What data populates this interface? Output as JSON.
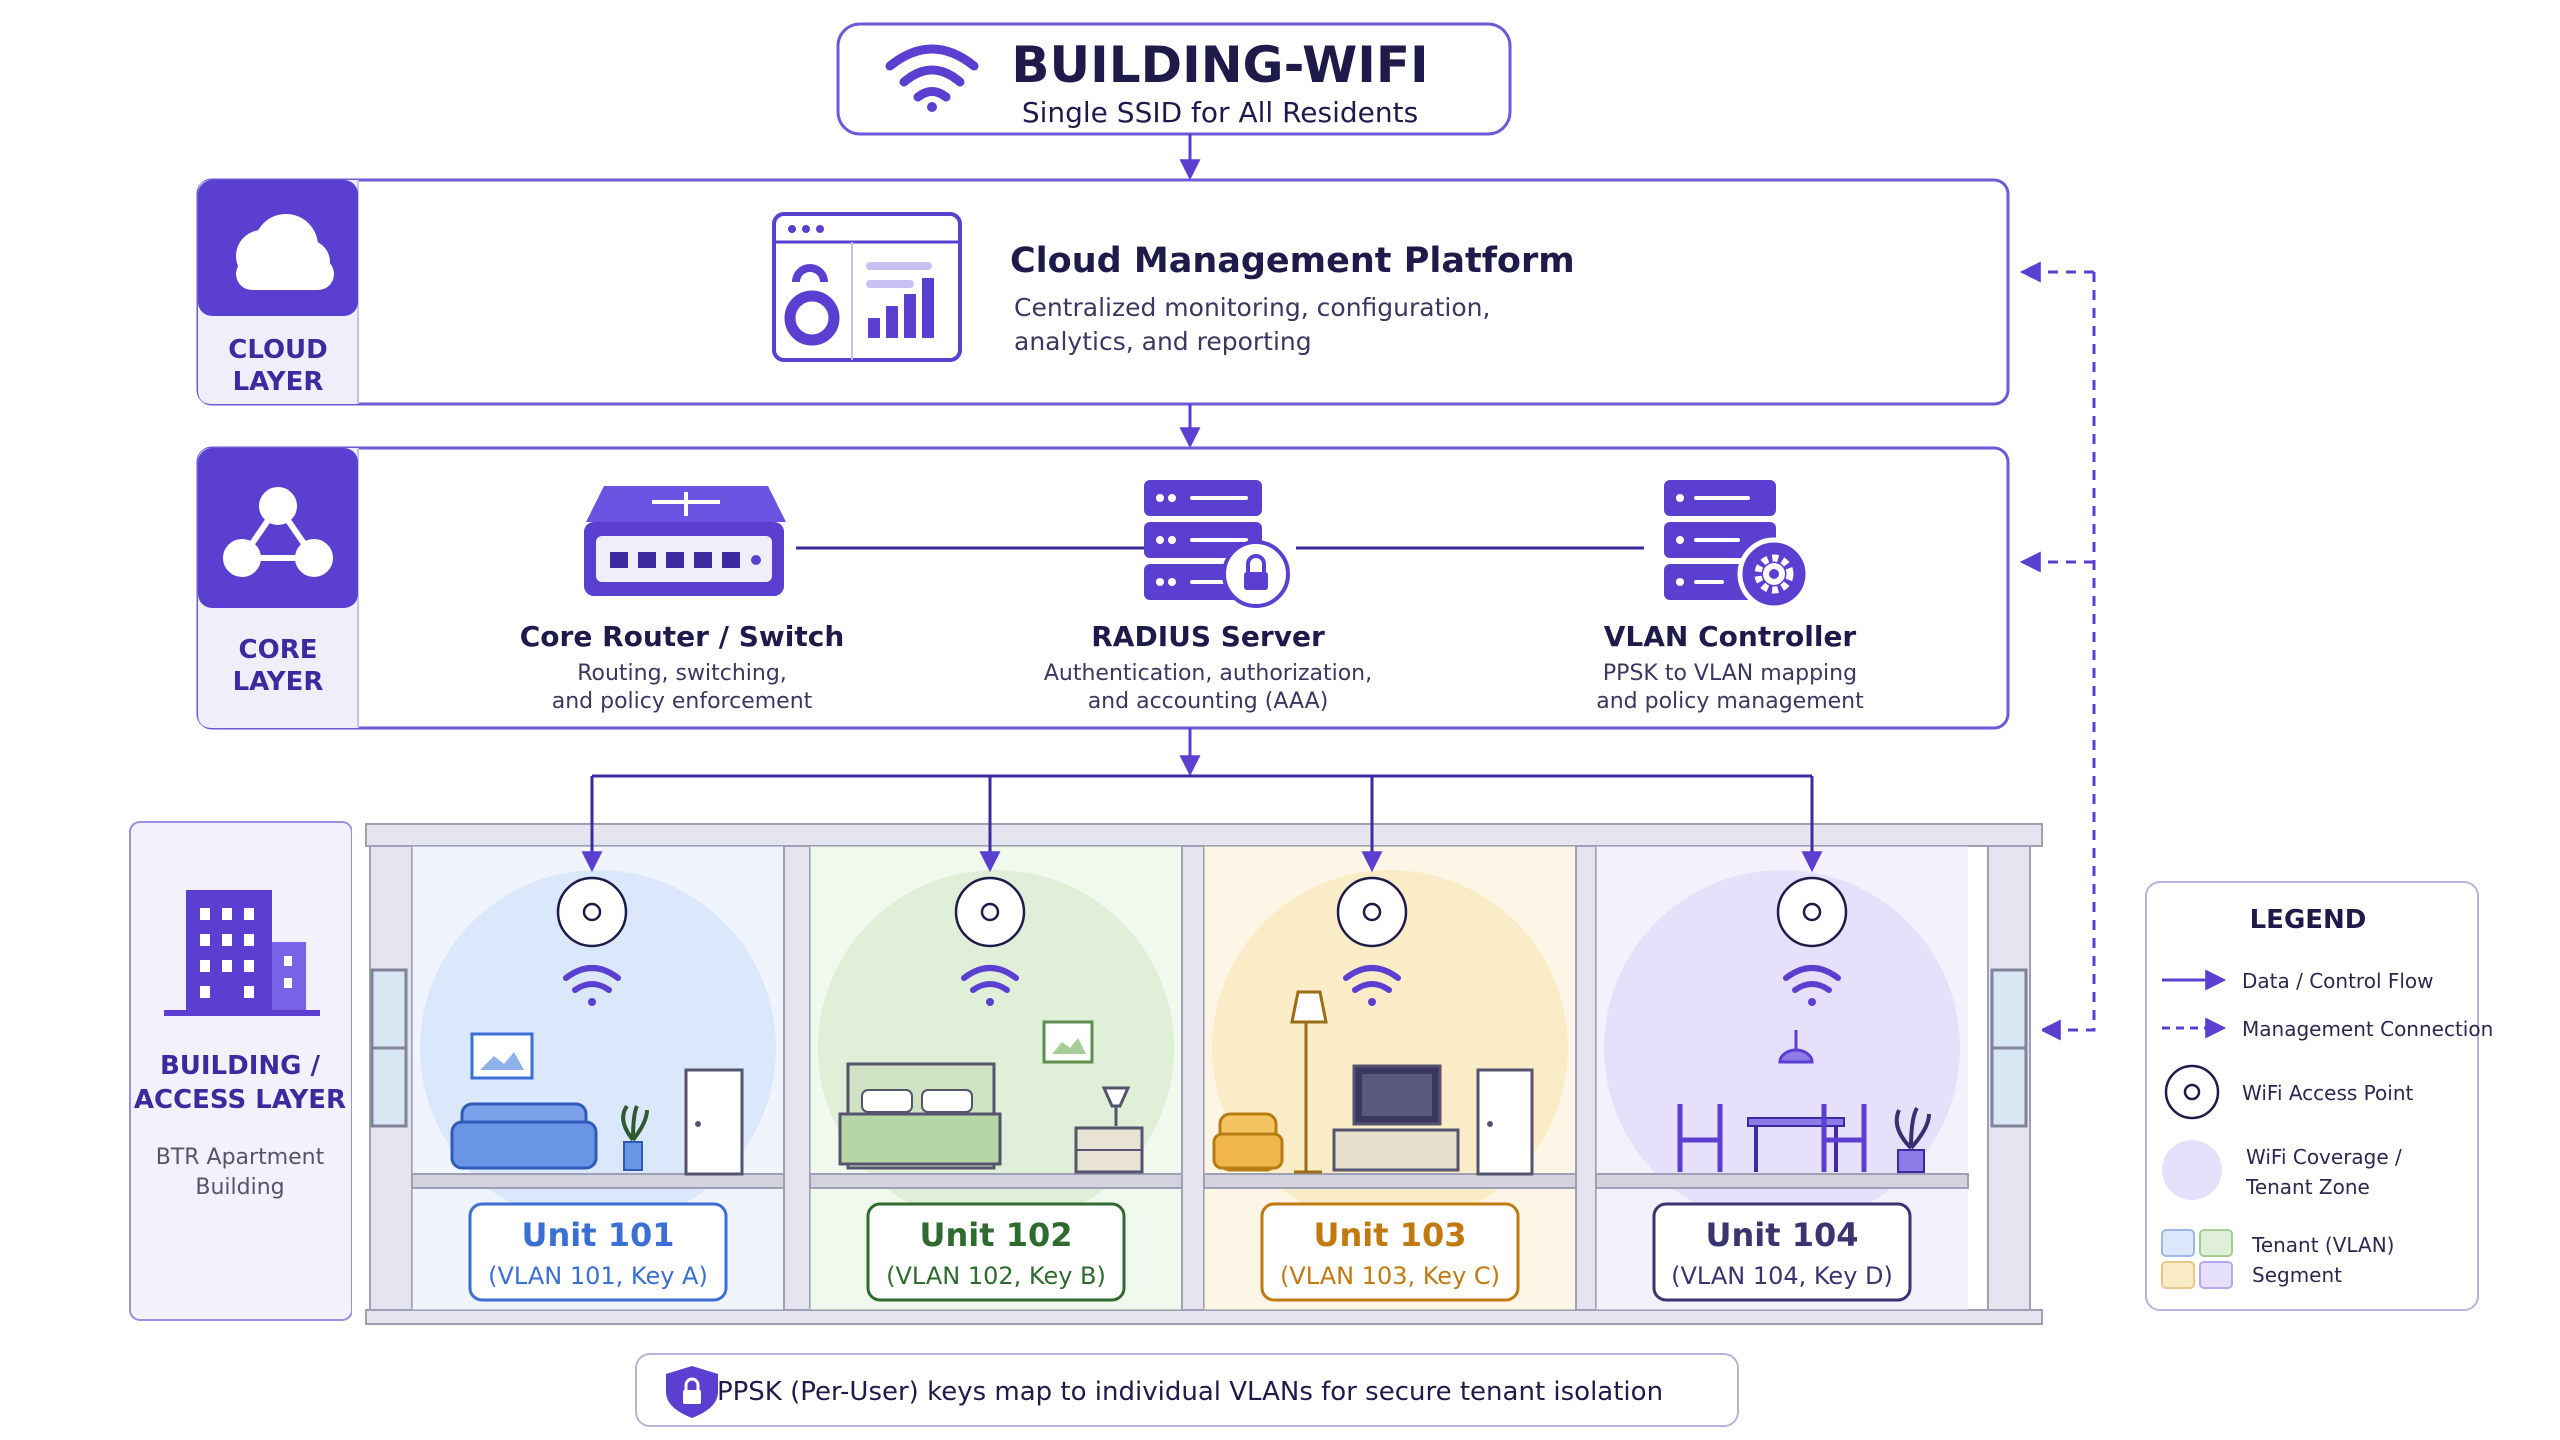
{
  "header": {
    "title": "BUILDING-WIFI",
    "subtitle": "Single SSID for All Residents"
  },
  "cloud_layer": {
    "label_line1": "CLOUD",
    "label_line2": "LAYER",
    "platform_title": "Cloud Management Platform",
    "platform_desc_line1": "Centralized monitoring, configuration,",
    "platform_desc_line2": "analytics, and reporting"
  },
  "core_layer": {
    "label_line1": "CORE",
    "label_line2": "LAYER",
    "devices": [
      {
        "title": "Core Router / Switch",
        "desc_line1": "Routing, switching,",
        "desc_line2": "and policy enforcement"
      },
      {
        "title": "RADIUS Server",
        "desc_line1": "Authentication, authorization,",
        "desc_line2": "and accounting (AAA)"
      },
      {
        "title": "VLAN Controller",
        "desc_line1": "PPSK to VLAN mapping",
        "desc_line2": "and policy management"
      }
    ]
  },
  "building_layer": {
    "label_line1": "BUILDING /",
    "label_line2": "ACCESS LAYER",
    "building_line1": "BTR Apartment",
    "building_line2": "Building",
    "units": [
      {
        "name": "Unit 101",
        "vlan": "(VLAN 101, Key A)",
        "color": "#3b6fd4",
        "fill": "#dbe7fb"
      },
      {
        "name": "Unit 102",
        "vlan": "(VLAN 102, Key B)",
        "color": "#2f6b2f",
        "fill": "#e0efd8"
      },
      {
        "name": "Unit 103",
        "vlan": "(VLAN 103, Key C)",
        "color": "#c07a10",
        "fill": "#fbecc8"
      },
      {
        "name": "Unit 104",
        "vlan": "(VLAN 104, Key D)",
        "color": "#3a3470",
        "fill": "#e6e0fb"
      }
    ]
  },
  "legend": {
    "title": "LEGEND",
    "data_flow": "Data / Control Flow",
    "management": "Management Connection",
    "access_point": "WiFi Access Point",
    "coverage_line1": "WiFi Coverage /",
    "coverage_line2": "Tenant Zone",
    "tenant_line1": "Tenant (VLAN)",
    "tenant_line2": "Segment"
  },
  "footer": {
    "note": "PPSK (Per-User) keys map to individual VLANs for secure tenant isolation"
  },
  "colors": {
    "accent": "#5b3fd0",
    "accent_dark": "#3c2a9e",
    "border": "#6c5ad8",
    "navy": "#1e1b4b"
  }
}
